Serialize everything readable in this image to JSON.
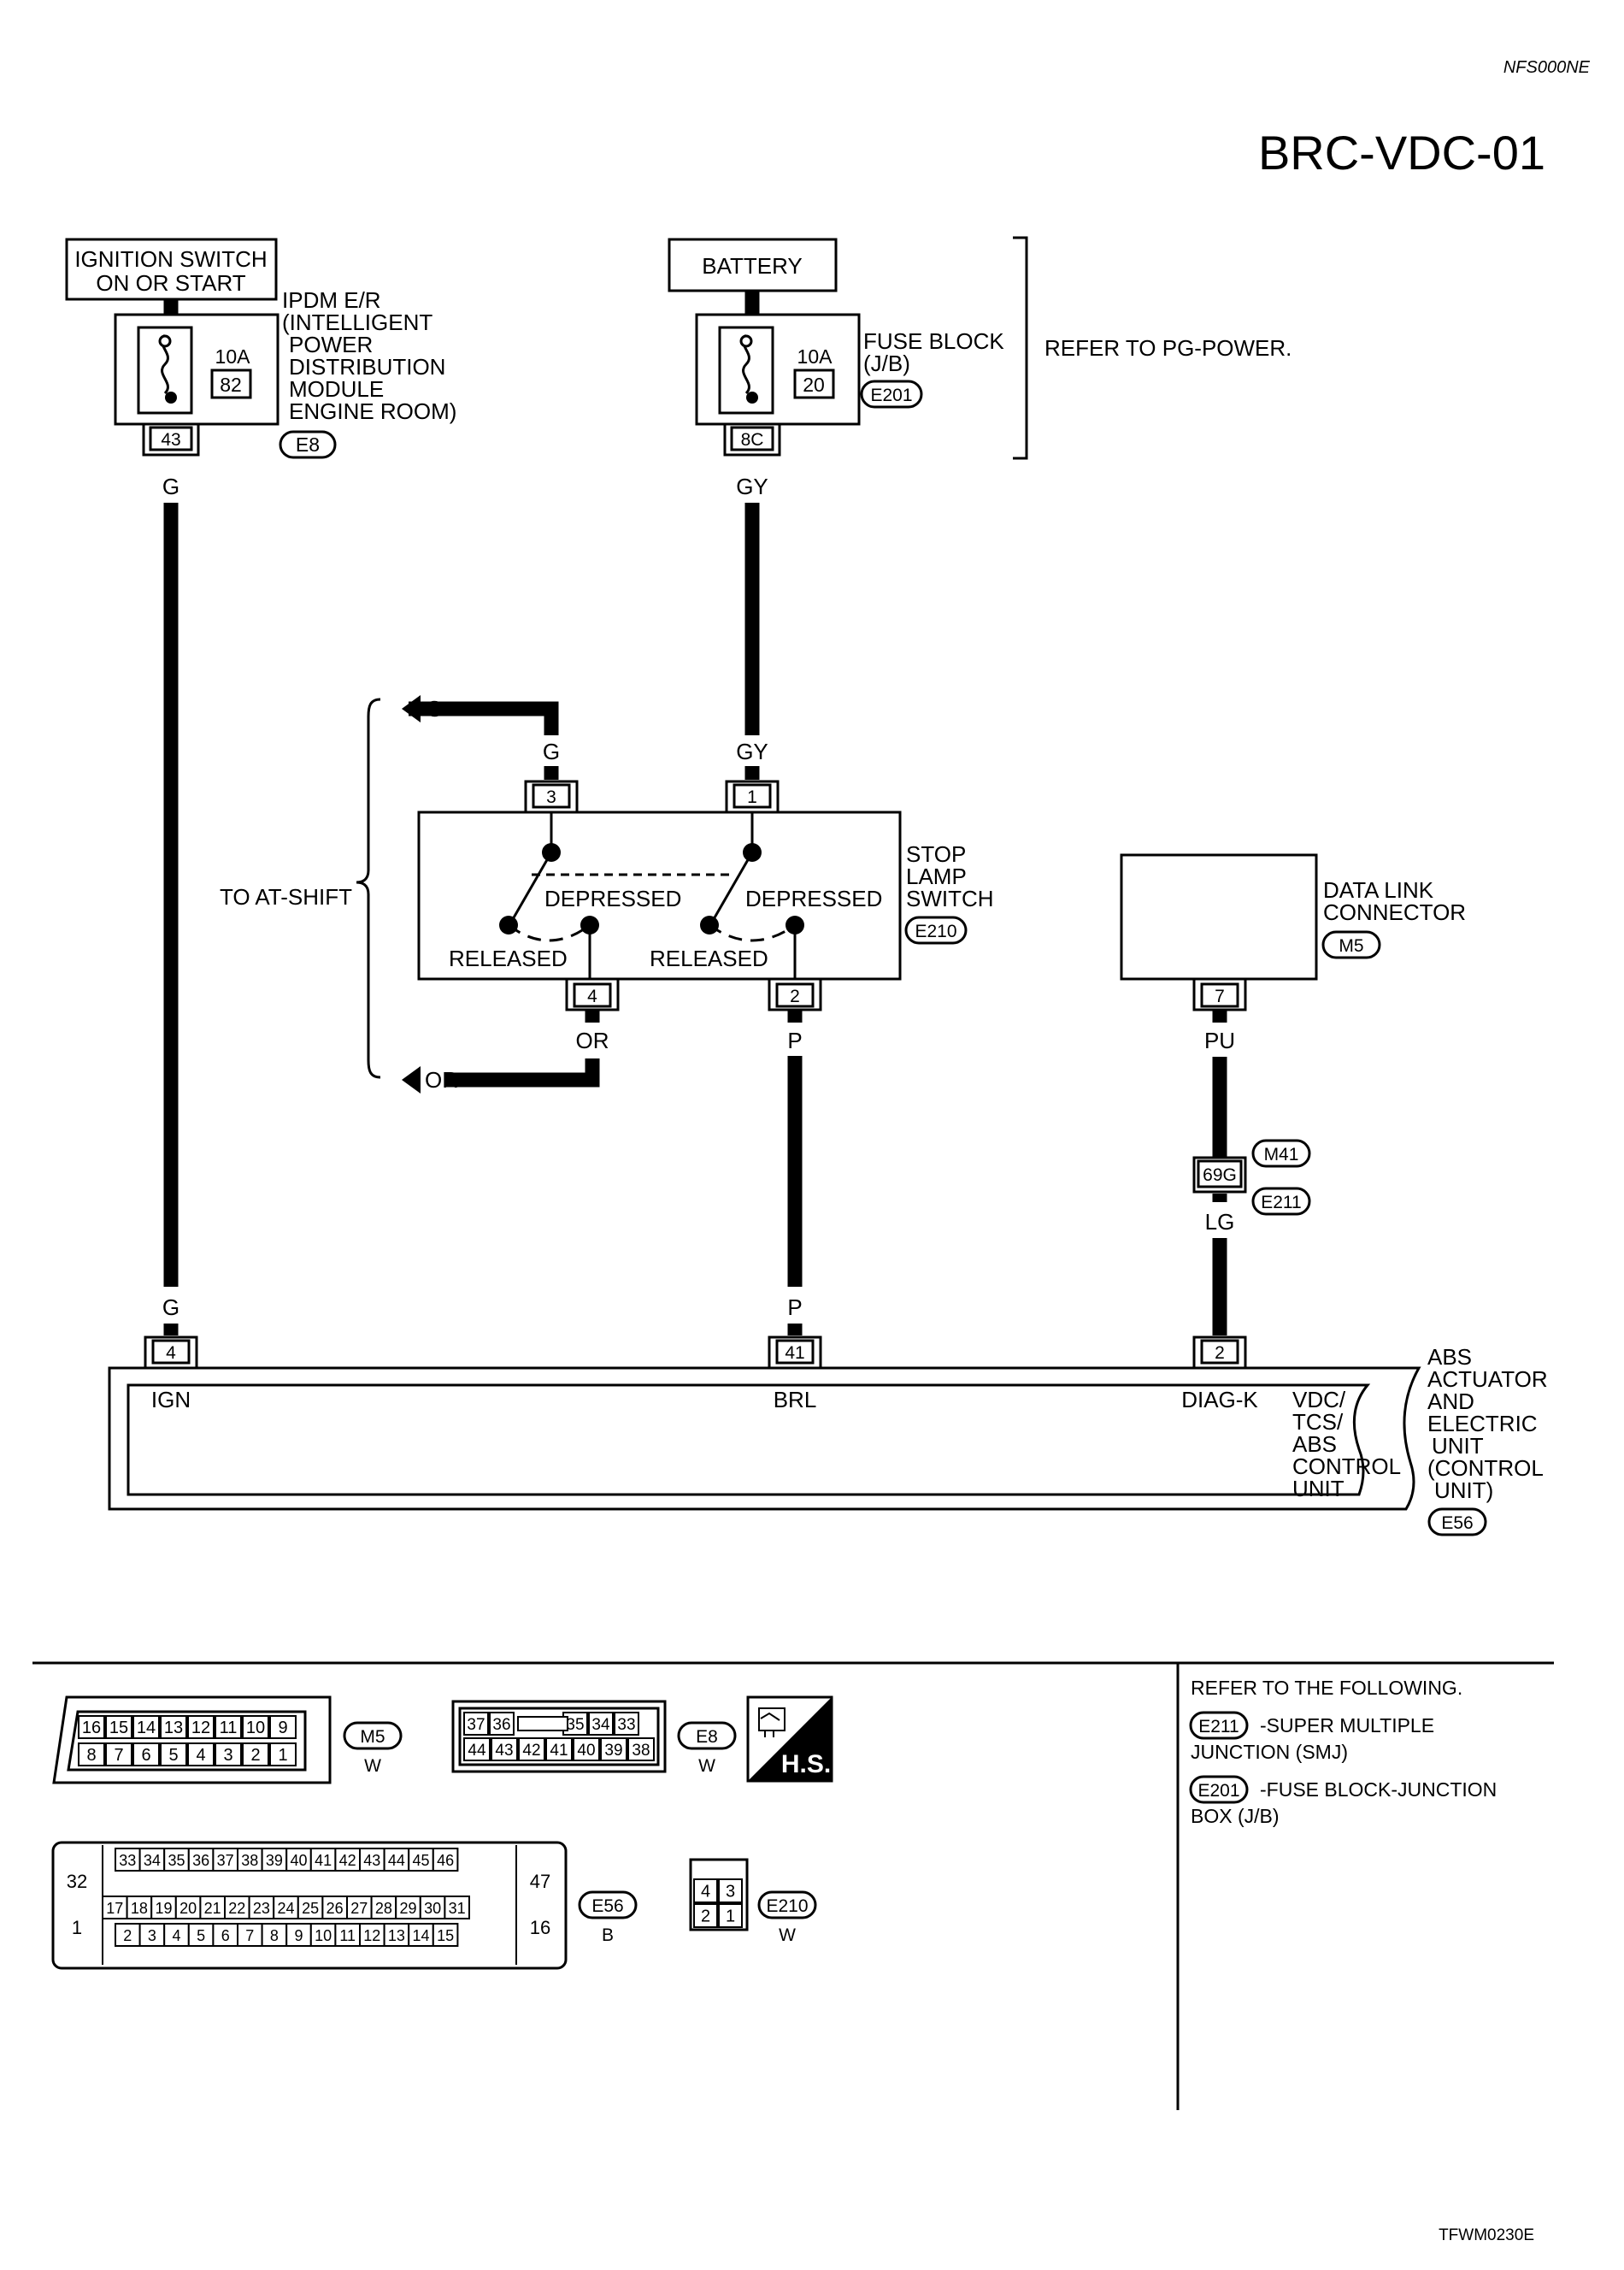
{
  "header": {
    "code": "NFS000NE",
    "title": "BRC-VDC-01"
  },
  "ign": {
    "label1": "IGNITION SWITCH",
    "label2": "ON OR START"
  },
  "ipdm": {
    "l1": "IPDM E/R",
    "l2": "(INTELLIGENT",
    "l3": "POWER",
    "l4": "DISTRIBUTION",
    "l5": "MODULE",
    "l6": "ENGINE ROOM)",
    "fuse_rating": "10A",
    "fuse_no": "82",
    "terminal": "43",
    "connector": "E8"
  },
  "battery": {
    "label": "BATTERY"
  },
  "fuse_block": {
    "l1": "FUSE BLOCK",
    "l2": "(J/B)",
    "connector": "E201",
    "fuse_rating": "10A",
    "fuse_no": "20",
    "terminal": "8C"
  },
  "refer_power": "REFER TO PG-POWER.",
  "wires": {
    "g": "G",
    "gy": "GY",
    "or": "OR",
    "p": "P",
    "pu": "PU",
    "lg": "LG"
  },
  "at_shift": "TO AT-SHIFT",
  "stop_lamp": {
    "l1": "STOP",
    "l2": "LAMP",
    "l3": "SWITCH",
    "connector": "E210",
    "depressed": "DEPRESSED",
    "released": "RELEASED",
    "pin_3": "3",
    "pin_1": "1",
    "pin_4": "4",
    "pin_2": "2"
  },
  "dlc": {
    "l1": "DATA LINK",
    "l2": "CONNECTOR",
    "connector": "M5",
    "pin": "7"
  },
  "joint": {
    "pin": "69G",
    "connector_top": "M41",
    "connector_bot": "E211"
  },
  "abs": {
    "pin_ign": "4",
    "pin_brl": "41",
    "pin_diag": "2",
    "sig_ign": "IGN",
    "sig_brl": "BRL",
    "sig_diag": "DIAG-K",
    "inner": [
      "VDC/",
      "TCS/",
      "ABS",
      "CONTROL",
      "UNIT"
    ],
    "outer": [
      "ABS",
      "ACTUATOR",
      "AND",
      "ELECTRIC",
      "UNIT",
      "(CONTROL",
      "UNIT)"
    ],
    "connector": "E56"
  },
  "legend": {
    "m5": {
      "top": [
        "16",
        "15",
        "14",
        "13",
        "12",
        "11",
        "10",
        "9"
      ],
      "bot": [
        "8",
        "7",
        "6",
        "5",
        "4",
        "3",
        "2",
        "1"
      ],
      "name": "M5",
      "color": "W"
    },
    "e8": {
      "top": [
        "37",
        "36",
        "35",
        "34",
        "33"
      ],
      "bot": [
        "44",
        "43",
        "42",
        "41",
        "40",
        "39",
        "38"
      ],
      "name": "E8",
      "color": "W"
    },
    "hs": "H.S.",
    "e56": {
      "row_top": [
        "33",
        "34",
        "35",
        "36",
        "37",
        "38",
        "39",
        "40",
        "41",
        "42",
        "43",
        "44",
        "45",
        "46"
      ],
      "row_mid": [
        "17",
        "18",
        "19",
        "20",
        "21",
        "22",
        "23",
        "24",
        "25",
        "26",
        "27",
        "28",
        "29",
        "30",
        "31"
      ],
      "row_bot": [
        "2",
        "3",
        "4",
        "5",
        "6",
        "7",
        "8",
        "9",
        "10",
        "11",
        "12",
        "13",
        "14",
        "15"
      ],
      "left_top": "32",
      "left_bot": "1",
      "right_top": "47",
      "right_bot": "16",
      "name": "E56",
      "color": "B"
    },
    "e210": {
      "pins": [
        "4",
        "3",
        "2",
        "1"
      ],
      "name": "E210",
      "color": "W"
    }
  },
  "refer": {
    "heading": "REFER TO THE FOLLOWING.",
    "e211": "E211",
    "e211_t1": "-SUPER MULTIPLE",
    "e211_t2": "JUNCTION (SMJ)",
    "e201": "E201",
    "e201_t1": "-FUSE BLOCK-JUNCTION",
    "e201_t2": "BOX (J/B)"
  },
  "footer": "TFWM0230E"
}
